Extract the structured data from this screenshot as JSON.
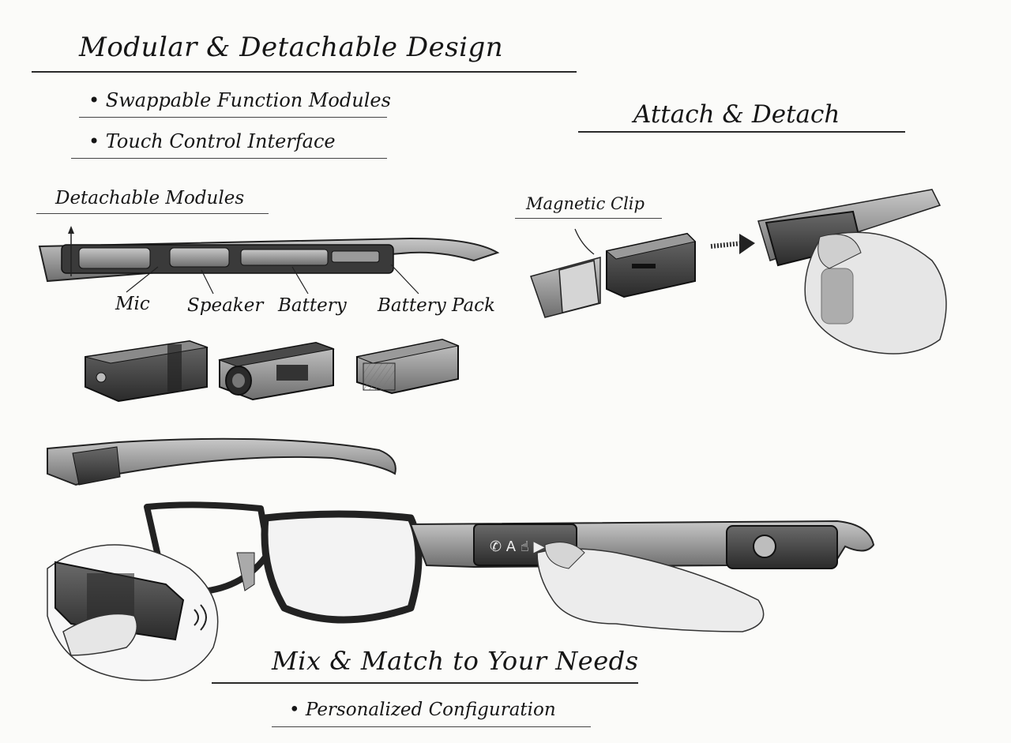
{
  "title": "Modular & Detachable Design",
  "bullets": [
    "• Swappable Function Modules",
    "• Touch Control Interface"
  ],
  "attach_heading": "Attach & Detach",
  "detachable_heading": "Detachable Modules",
  "magnetic_clip_label": "Magnetic Clip",
  "component_labels": {
    "mic": "Mic",
    "speaker": "Speaker",
    "battery": "Battery",
    "battery_pack": "Battery Pack"
  },
  "mix_heading": "Mix & Match to Your Needs",
  "mix_bullet": "• Personalized Configuration",
  "colors": {
    "ink": "#1a1a1a",
    "paper": "#fbfbf9",
    "shade": "#6b6b6b"
  }
}
